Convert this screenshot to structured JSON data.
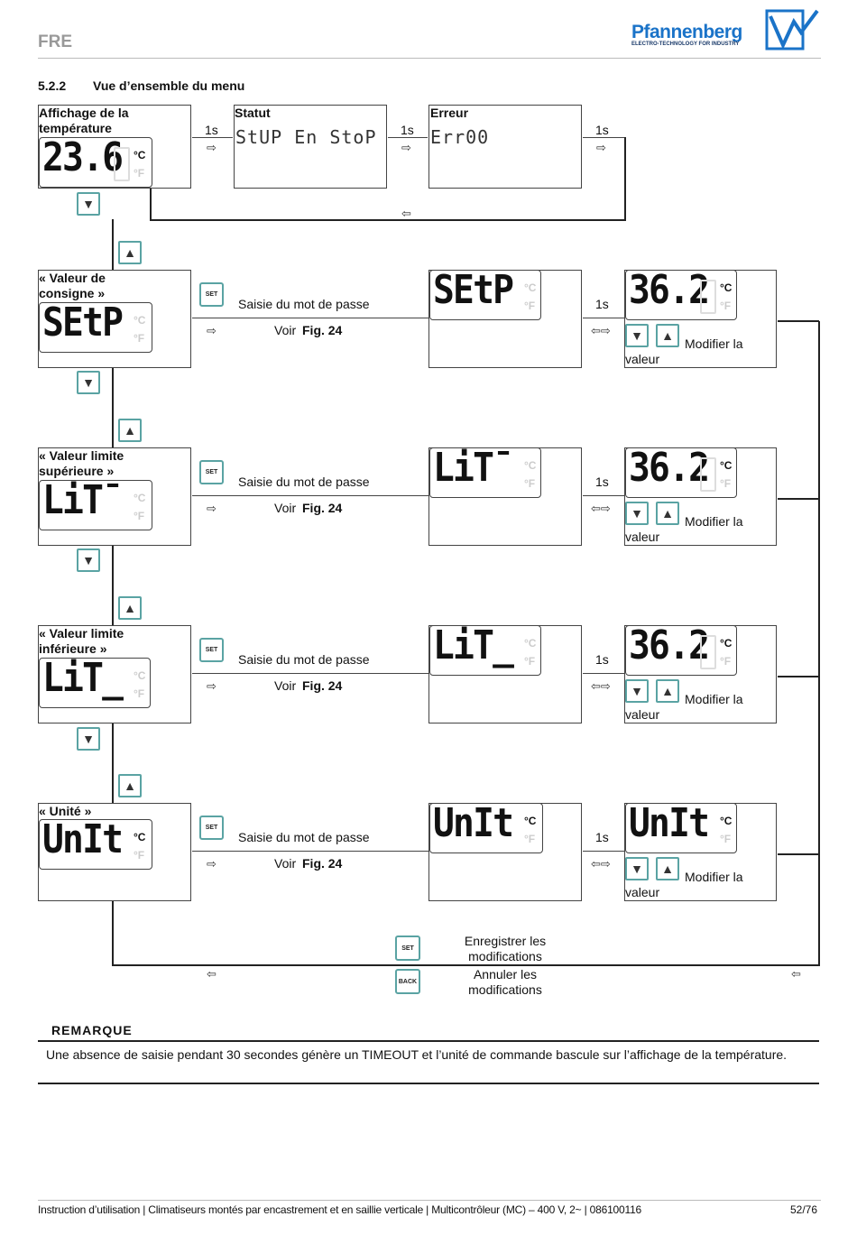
{
  "header": {
    "doc_code": "FRE",
    "brand": "Pfannenberg",
    "brand_tagline": "ELECTRO-TECHNOLOGY FOR INDUSTRY"
  },
  "section": {
    "number": "5.2.2",
    "title": "Vue d’ensemble du menu"
  },
  "top_row": {
    "temp_label": "Affichage de la température",
    "temp_display": "23.6",
    "status_label": "Statut",
    "status_text": "StUP En StoP",
    "error_label": "Erreur",
    "error_text": "Err00",
    "interval": "1s"
  },
  "rows": [
    {
      "label": "« Valeur de consigne »",
      "display": "SEtP",
      "password_display": "SEtP",
      "value_display": "36.2"
    },
    {
      "label": "« Valeur limite supérieure »",
      "display": "LiT¯",
      "password_display": "LiT¯",
      "value_display": "36.2"
    },
    {
      "label": "« Valeur limite inférieure »",
      "display": "LiT_",
      "password_display": "LiT_",
      "value_display": "36.2"
    },
    {
      "label": "« Unité »",
      "display": "UnIt",
      "password_display": "UnIt",
      "value_display": "UnIt"
    }
  ],
  "common": {
    "set_key": "SET",
    "back_key": "BACK",
    "password_text": "Saisie du mot de passe",
    "see_prefix": "Voir",
    "see_fig": "Fig. 24",
    "interval": "1s",
    "modify_line1": "Modifier la",
    "modify_line2": "valeur",
    "unit_c": "°C",
    "unit_f": "°F"
  },
  "bottom": {
    "save_text": "Enregistrer les modifications",
    "cancel_text": "Annuler les modifications"
  },
  "remark": {
    "title": "REMARQUE",
    "text": "Une absence de saisie pendant 30 secondes génère un TIMEOUT et l’unité de commande bascule sur l’affichage de la température."
  },
  "footer": {
    "text": "Instruction d’utilisation | Climatiseurs montés par encastrement et en saillie verticale | Multicontrôleur (MC) – 400 V, 2~ | 086100116",
    "page": "52/76"
  },
  "colors": {
    "button_border": "#5aa3a3",
    "brand_blue": "#1a73c8"
  }
}
